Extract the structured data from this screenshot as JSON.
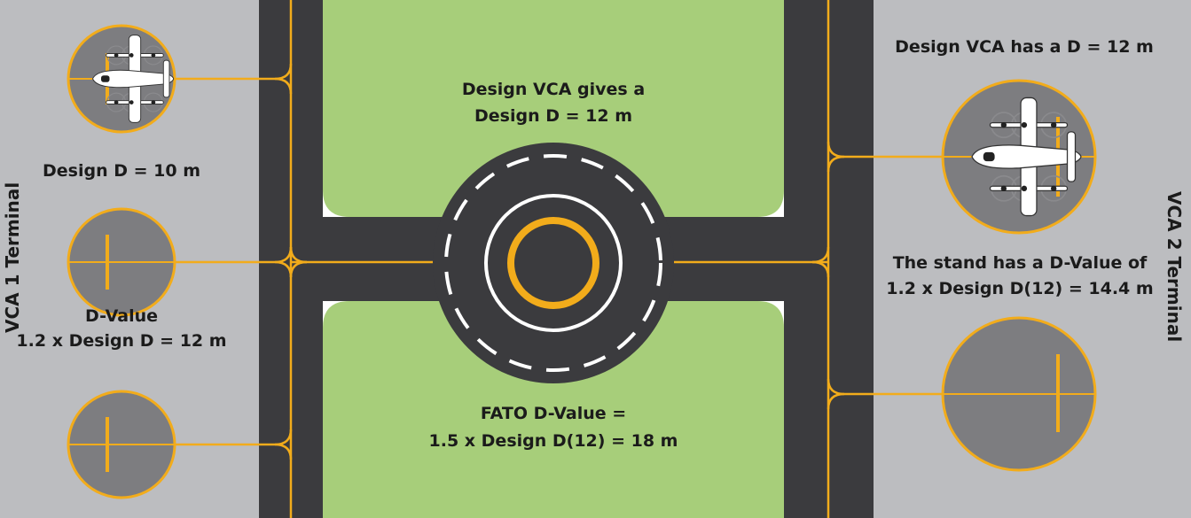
{
  "labels": {
    "vca1_terminal": "VCA 1 Terminal",
    "vca2_terminal": "VCA 2 Terminal",
    "design_d_10": "Design D = 10 m",
    "dvalue_line1": "D-Value",
    "dvalue_line2": "1.2 x Design D = 12 m",
    "center_top_line1": "Design VCA gives a",
    "center_top_line2": "Design D = 12 m",
    "center_bottom_line1": "FATO D-Value =",
    "center_bottom_line2": "1.5 x Design D(12) = 18 m",
    "right_top": "Design VCA has a D = 12 m",
    "stand_line1": "The stand has a D-Value of",
    "stand_line2": "1.2 x Design D(12) = 14.4 m"
  },
  "colors": {
    "terminal_apron": "#bcbdc0",
    "taxiway": "#3b3b3e",
    "grass": "#a7ce7a",
    "stand_fill": "#7d7d80",
    "marking_yellow": "#f2ac1b",
    "marking_white": "#ffffff",
    "text": "#1b1b1b"
  }
}
